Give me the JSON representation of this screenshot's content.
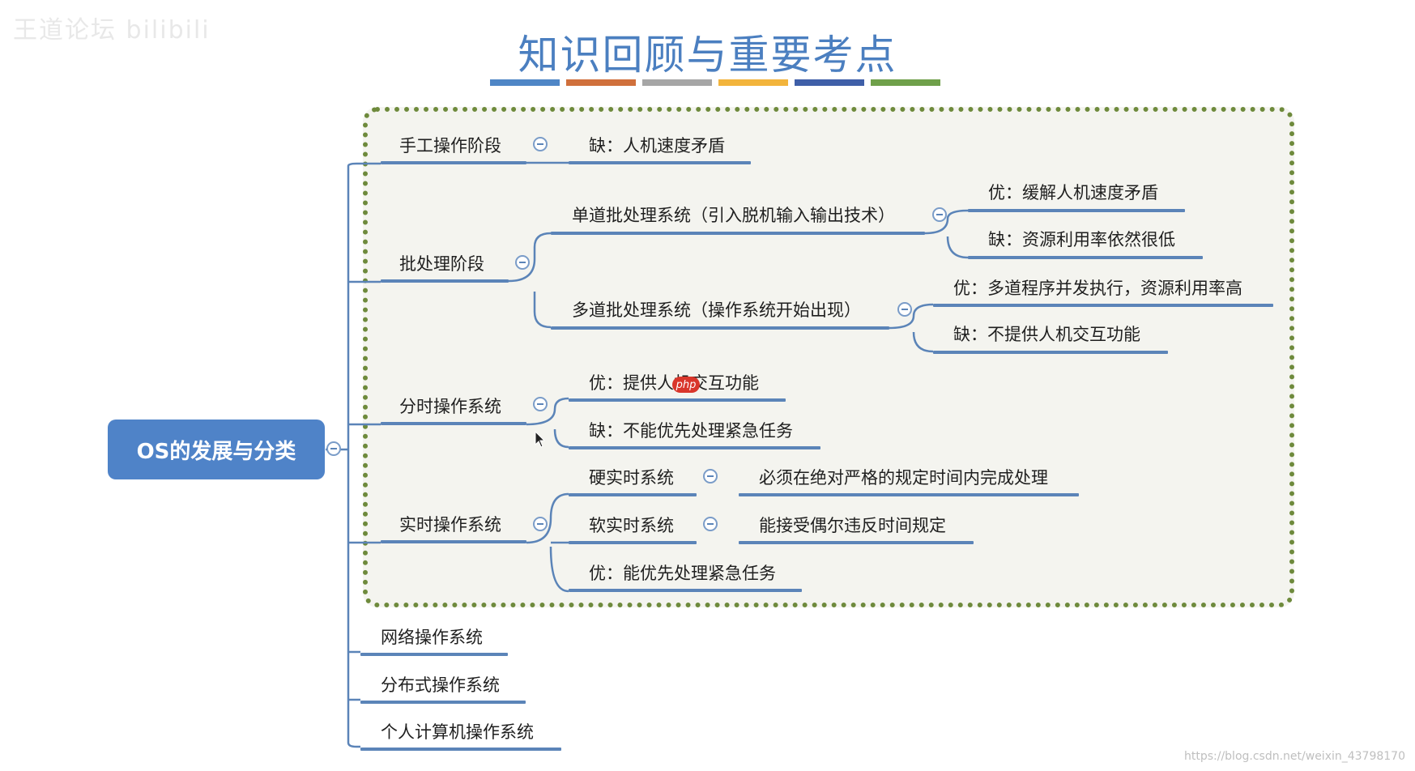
{
  "watermark_top_left": "王道论坛 bilibili",
  "title": "知识回顾与重要考点",
  "title_bar_colors": [
    "#4f86c6",
    "#d0703c",
    "#a6a6a6",
    "#f2b43c",
    "#3f5fa8",
    "#6fa04a"
  ],
  "root": "OS的发展与分类",
  "branches": {
    "manual": {
      "label": "手工操作阶段",
      "con": "缺：人机速度矛盾"
    },
    "batch": {
      "label": "批处理阶段",
      "single": {
        "label": "单道批处理系统（引入脱机输入输出技术）",
        "pro": "优：缓解人机速度矛盾",
        "con": "缺：资源利用率依然很低"
      },
      "multi": {
        "label": "多道批处理系统（操作系统开始出现）",
        "pro": "优：多道程序并发执行，资源利用率高",
        "con": "缺：不提供人机交互功能"
      }
    },
    "timeshare": {
      "label": "分时操作系统",
      "pro": "优：提供人机交互功能",
      "con": "缺：不能优先处理紧急任务"
    },
    "realtime": {
      "label": "实时操作系统",
      "hard": {
        "label": "硬实时系统",
        "desc": "必须在绝对严格的规定时间内完成处理"
      },
      "soft": {
        "label": "软实时系统",
        "desc": "能接受偶尔违反时间规定"
      },
      "pro": "优：能优先处理紧急任务"
    },
    "network": "网络操作系统",
    "distributed": "分布式操作系统",
    "personal": "个人计算机操作系统"
  },
  "php_badge": "php",
  "watermark_bottom_right": "https://blog.csdn.net/weixin_43798170",
  "colors": {
    "accent": "#4f83c8",
    "line": "#5b84b8",
    "frame_border": "#6e8a3c",
    "frame_fill": "#f4f4ef"
  }
}
